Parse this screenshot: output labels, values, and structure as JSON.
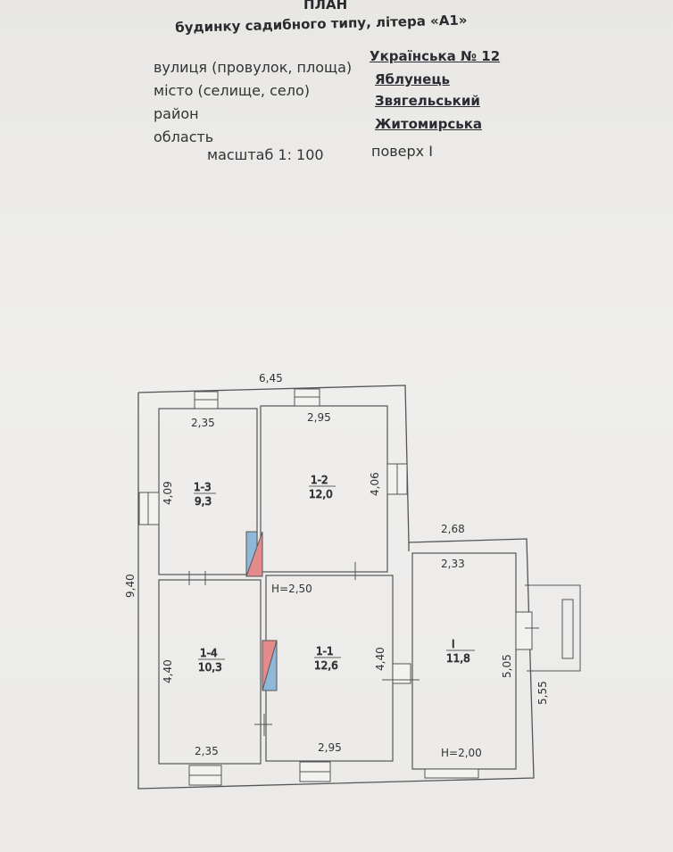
{
  "header": {
    "title": "ПЛАН",
    "subtitle": "будинку садибного типу, літера «А1»"
  },
  "fields": {
    "street_label": "вулиця (провулок, площа)",
    "street_value": "Українська № 12",
    "city_label": "місто (селище, село)",
    "city_value": "Яблунець",
    "district_label": "район",
    "district_value": "Звягельський",
    "region_label": "область",
    "region_value": "Житомирська",
    "scale_label": "масштаб 1: 100",
    "floor_value": "поверх І"
  },
  "plan": {
    "overall_width": "6,45",
    "overall_height": "9,40",
    "veranda_outer_width": "2,68",
    "veranda_outer_height": "5,55",
    "rooms": [
      {
        "id": "1-3",
        "area": "9,3",
        "width": "2,35",
        "height": "4,09"
      },
      {
        "id": "1-2",
        "area": "12,0",
        "width": "2,95",
        "height": "4,06"
      },
      {
        "id": "1-4",
        "area": "10,3",
        "width": "2,35",
        "height": "4,40"
      },
      {
        "id": "1-1",
        "area": "12,6",
        "width": "2,95",
        "height": "4,40",
        "ceiling": "Н=2,50"
      },
      {
        "id": "I",
        "area": "11,8",
        "width": "2,33",
        "height": "5,05",
        "ceiling": "Н=2,00"
      }
    ]
  },
  "colors": {
    "wall": "#555555",
    "door_red": "#e48a8a",
    "door_blue": "#8fb8d8"
  }
}
